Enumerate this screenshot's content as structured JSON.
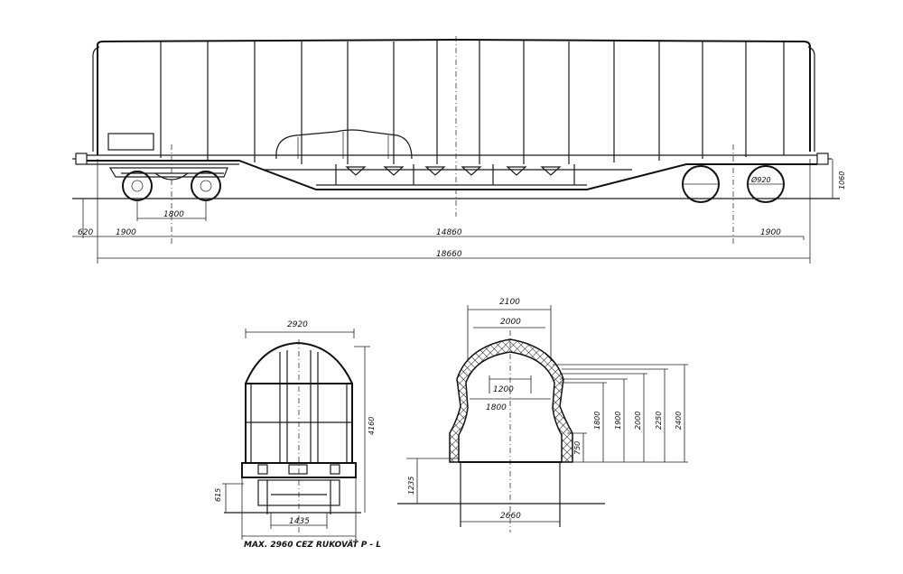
{
  "side_view": {
    "bogie_wheelbase": "1800",
    "end_height": "620",
    "overhang_left": "1900",
    "bogie_centres": "14860",
    "overhang_right": "1900",
    "overall_length": "18660",
    "buffer_height": "1060",
    "wheel_diameter": "Ø920"
  },
  "end_view": {
    "width": "2920",
    "height": "4160",
    "floor_height": "615",
    "track_gauge": "1435",
    "note": "MAX. 2960  CEZ RUKOVÄŤ P - L"
  },
  "cross_section": {
    "top_outer": "2100",
    "top_inner": "2000",
    "arch_inner_1": "1200",
    "arch_inner_2": "1800",
    "base_width": "2660",
    "floor_height": "1235",
    "h_750": "750",
    "h_1800": "1800",
    "h_1900": "1900",
    "h_2000": "2000",
    "h_2250": "2250",
    "h_2400": "2400"
  }
}
